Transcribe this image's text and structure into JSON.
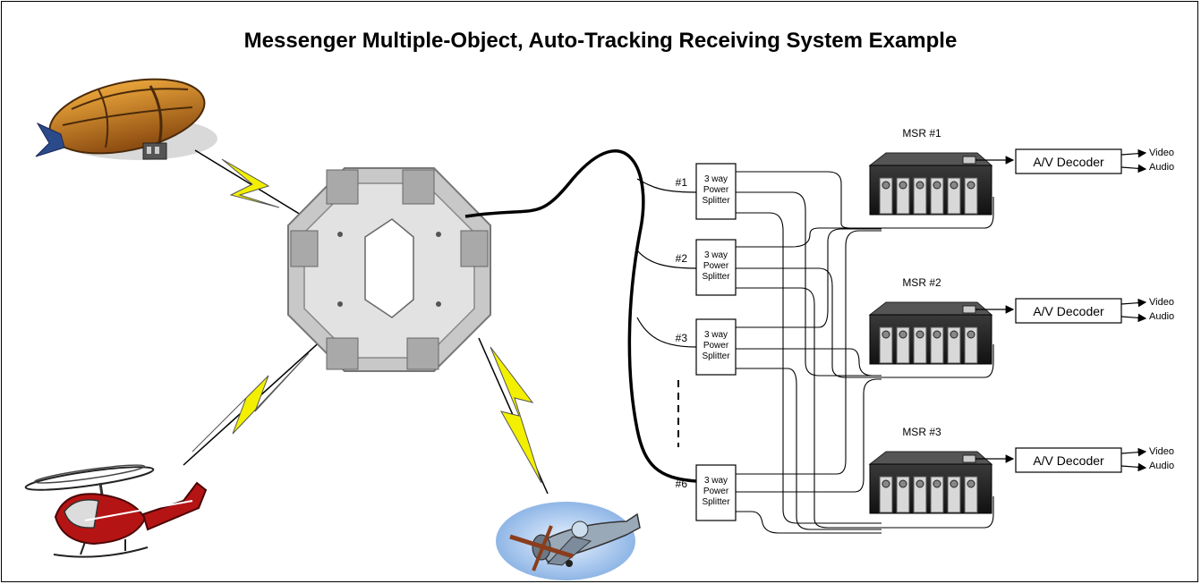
{
  "title": "Messenger Multiple-Object, Auto-Tracking Receiving System Example",
  "splitters": [
    {
      "tag": "#1",
      "line1": "3 way",
      "line2": "Power",
      "line3": "Splitter"
    },
    {
      "tag": "#2",
      "line1": "3 way",
      "line2": "Power",
      "line3": "Splitter"
    },
    {
      "tag": "#3",
      "line1": "3 way",
      "line2": "Power",
      "line3": "Splitter"
    },
    {
      "tag": "#6",
      "line1": "3 way",
      "line2": "Power",
      "line3": "Splitter"
    }
  ],
  "receivers": [
    {
      "label": "MSR #1",
      "decoder": "A/V Decoder",
      "out1": "Video",
      "out2": "Audio"
    },
    {
      "label": "MSR #2",
      "decoder": "A/V Decoder",
      "out1": "Video",
      "out2": "Audio"
    },
    {
      "label": "MSR #3",
      "decoder": "A/V Decoder",
      "out1": "Video",
      "out2": "Audio"
    }
  ],
  "colors": {
    "lightning": "#f2f000",
    "cable": "#000000",
    "antenna": "#c8c8c8",
    "blimp": "#c47a1a",
    "helicopter": "#b51414",
    "plane_bg": "#a8c8ec"
  }
}
